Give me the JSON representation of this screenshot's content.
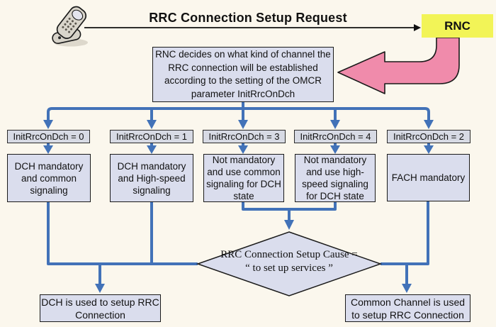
{
  "title": "RRC Connection Setup Request",
  "rnc": {
    "label": "RNC"
  },
  "decision_box": {
    "text": "RNC decides on what kind of channel the RRC connection will be established according to the setting of the OMCR parameter InitRrcOnDch"
  },
  "branches": [
    {
      "param": "InitRrcOnDch = 0",
      "desc": "DCH mandatory and common signaling"
    },
    {
      "param": "InitRrcOnDch = 1",
      "desc": "DCH mandatory and High-speed signaling"
    },
    {
      "param": "InitRrcOnDch = 3",
      "desc": "Not mandatory and use common signaling for DCH state"
    },
    {
      "param": "InitRrcOnDch = 4",
      "desc": "Not mandatory and use high-speed signaling for DCH state"
    },
    {
      "param": "InitRrcOnDch = 2",
      "desc": "FACH mandatory"
    }
  ],
  "condition": {
    "line1": "RRC Connection Setup Cause =",
    "line2": "“ to set up services ”"
  },
  "outcomes": {
    "dch": "DCH is used to setup RRC Connection",
    "common": "Common Channel is used to setup RRC Connection"
  },
  "icons": {
    "phone": "flip-phone-icon"
  },
  "colors": {
    "background": "#fbf7ed",
    "box_fill": "#dadded",
    "connector_blue": "#4272b8",
    "rnc_yellow": "#f2f457",
    "arrow_pink": "#f08bab",
    "line_black": "#111111"
  }
}
